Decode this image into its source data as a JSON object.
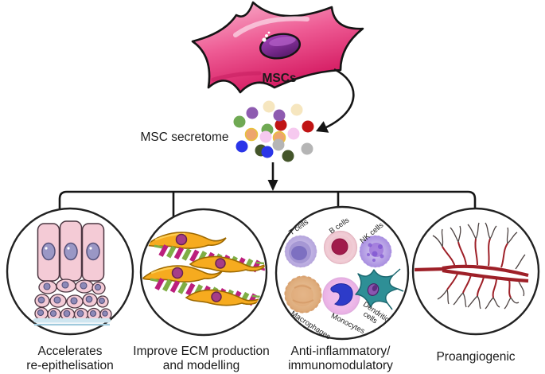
{
  "figure": {
    "description": "MSC secretome functions diagram",
    "msc": {
      "label": "MSCs"
    },
    "secretome": {
      "label": "MSC secretome",
      "dot_colors": [
        "#f6e6bf",
        "#f6e6bf",
        "#6fa953",
        "#c01414",
        "#8e5bb0",
        "#8e5bb0",
        "#c01414",
        "#6fa953",
        "#f6c9ef",
        "#eda56e",
        "#f6c9ef",
        "#eda56e",
        "#b5b5b5",
        "#b5b5b5",
        "#2a35e8",
        "#44552a",
        "#2a35e8",
        "#44552a"
      ]
    },
    "immune": {
      "t": "T cells",
      "b": "B cells",
      "nk": "NK cells",
      "macrophages": "Macrophages",
      "monocytes": "Monocytes",
      "dendritic_line1": "Dendritic",
      "dendritic_line2": "cells"
    },
    "functions": [
      {
        "line1": "Accelerates",
        "line2": "re-epithelisation"
      },
      {
        "line1": "Improve ECM production",
        "line2": "and modelling"
      },
      {
        "line1": "Anti-inflammatory/",
        "line2": "immunomodulatory"
      },
      {
        "line1": "Proangiogenic",
        "line2": ""
      }
    ],
    "colors": {
      "outline": "#1c1c1c",
      "msc_body": "#ee5b94",
      "msc_body_light": "#f9b8d0",
      "msc_body_deep": "#d3175f",
      "msc_nucleus": "#7c2b90",
      "epithelial_cell": "#f4cbd6",
      "epithelial_nucleus": "#9a97c5",
      "basement_membrane": "#cfe6f0",
      "fibroblast_body": "#f6ab1f",
      "fibroblast_nucleus": "#a63d87",
      "fiber_magenta": "#bb1f7d",
      "fiber_green": "#7fae45",
      "t_cell": "#a294d2",
      "b_cell": "#efc6d0",
      "b_cell_nucleus": "#a01b4b",
      "nk_cell": "#9a6fd8",
      "macrophage": "#e2b183",
      "monocyte": "#eeb9ea",
      "monocyte_nucleus": "#2d3bc9",
      "dendritic": "#2e8f96",
      "dendritic_nucleus": "#8a56b0",
      "vessel": "#9e2028",
      "vessel_twig": "#4d4342"
    }
  }
}
